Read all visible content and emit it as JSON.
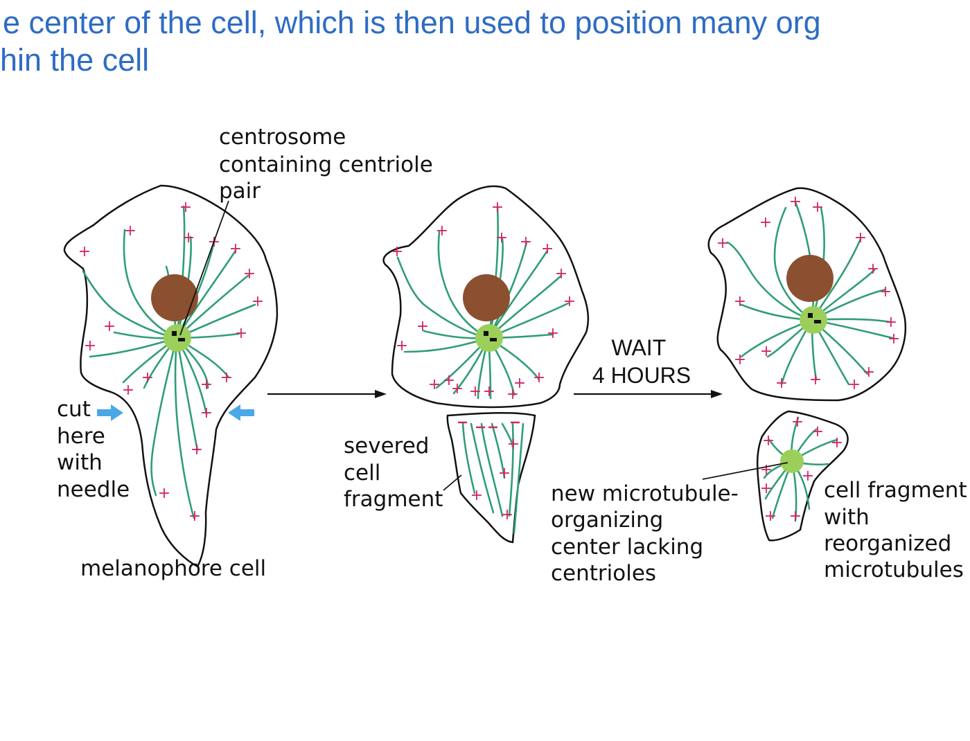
{
  "slide": {
    "line1": "e center of the cell, which is then used to position many org",
    "line2": "hin the cell"
  },
  "labels": {
    "centrosome": [
      "centrosome",
      "containing centriole",
      "pair"
    ],
    "cut": [
      "cut",
      "here",
      "with",
      "needle"
    ],
    "melanophore": "melanophore cell",
    "severed": [
      "severed",
      "cell",
      "fragment"
    ],
    "wait": [
      "WAIT",
      "4 HOURS"
    ],
    "newmtoc": [
      "new microtubule-",
      "organizing",
      "center lacking",
      "centrioles"
    ],
    "fragment": [
      "cell fragment",
      "with",
      "reorganized",
      "microtubules"
    ]
  },
  "colors": {
    "title": "#2e6cc4",
    "microtubule": "#2f9e74",
    "plus_end": "#d2256e",
    "nucleus": "#8b5030",
    "centrosome": "#9ccf5a",
    "arrow_blue": "#4aa8e6"
  }
}
